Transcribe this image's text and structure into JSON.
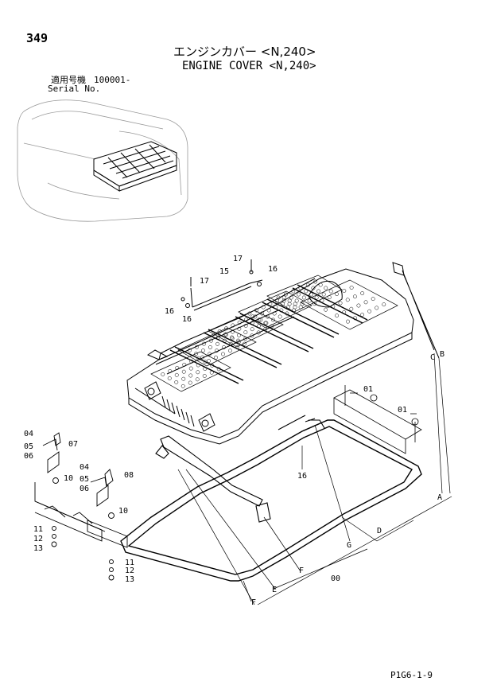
{
  "page": {
    "number": "349",
    "title_jp": "エンジンカバー <N,240>",
    "title_en": "ENGINE COVER <N,240>",
    "serial_label_jp": "適用号機",
    "serial_label_en": "Serial No.",
    "serial_value": "100001-",
    "footer_code": "P1G6-1-9"
  },
  "callouts": {
    "c17a": "17",
    "c16a": "16",
    "c15": "15",
    "c17b": "17",
    "c16b": "16",
    "c16c": "16",
    "c01a": "01",
    "c01b": "01",
    "c16d": "16",
    "c04a": "04",
    "c05a": "05",
    "c06a": "06",
    "c07": "07",
    "c10a": "10",
    "c04b": "04",
    "c05b": "05",
    "c06b": "06",
    "c08": "08",
    "c10b": "10",
    "c11a": "11",
    "c12a": "12",
    "c13a": "13",
    "c11b": "11",
    "c12b": "12",
    "c13b": "13",
    "refA": "A",
    "refB": "B",
    "refC": "C",
    "refD": "D",
    "refE": "E",
    "refF1": "F",
    "refF2": "F",
    "refG": "G",
    "ref00": "00"
  }
}
